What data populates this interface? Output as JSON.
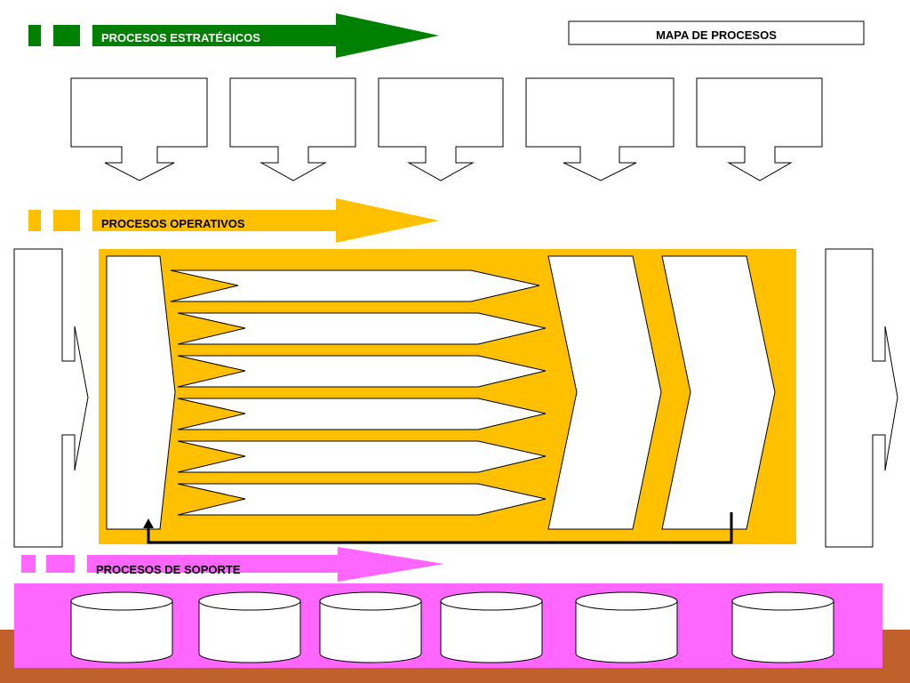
{
  "title": "MAPA DE PROCESOS",
  "sections": {
    "strategic": {
      "label": "PROCESOS ESTRATÉGICOS",
      "color": "#008000"
    },
    "operative": {
      "label": "PROCESOS OPERATIVOS",
      "color": "#FFC000"
    },
    "support": {
      "label": "PROCESOS DE SOPORTE",
      "color": "#FF66FF"
    }
  },
  "strategic_boxes": [
    "",
    "",
    "",
    "",
    ""
  ],
  "operative_arrows": [
    "",
    "",
    "",
    "",
    "",
    ""
  ],
  "operative_chevrons": [
    "",
    ""
  ],
  "support_cylinders": [
    "",
    "",
    "",
    "",
    "",
    ""
  ],
  "colors": {
    "bottom_bar": "#C0602A",
    "outline": "#000000",
    "fill": "#FFFFFF"
  }
}
